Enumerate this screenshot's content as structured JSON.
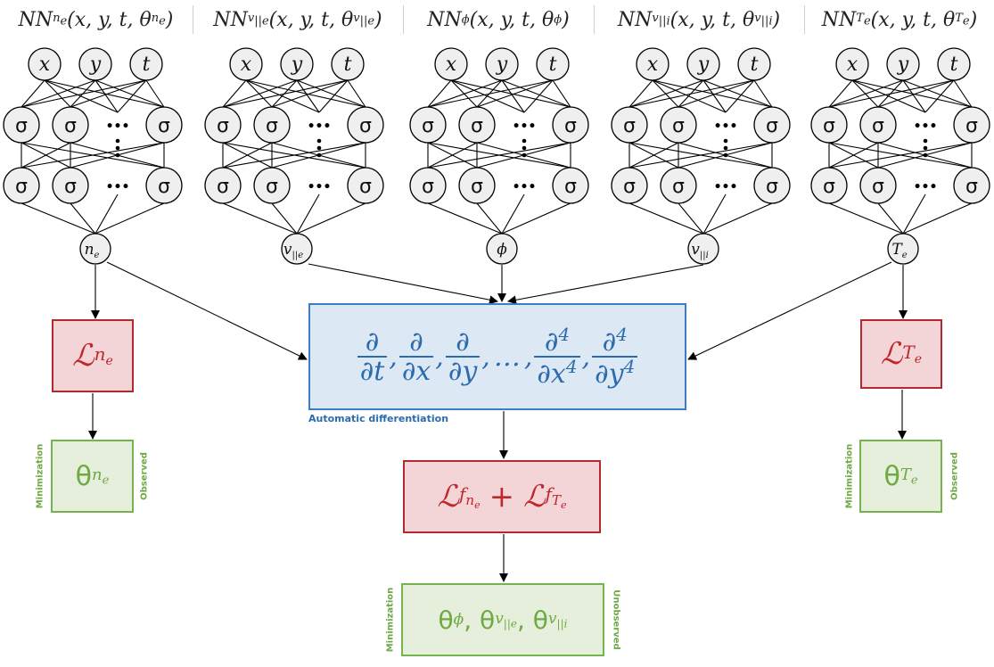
{
  "networks": [
    {
      "id": "ne",
      "head": "NN",
      "head_sub": "n",
      "head_subsub": "e",
      "args": "(x, y, t, θ",
      "arg_sub": "n",
      "arg_subsub": "e",
      "close": ")",
      "output": "n",
      "output_sub": "e"
    },
    {
      "id": "vpe",
      "head": "NN",
      "head_sub": "v",
      "head_subsub": "||e",
      "args": "(x, y, t, θ",
      "arg_sub": "v",
      "arg_subsub": "||e",
      "close": ")",
      "output": "v",
      "output_sub": "||e"
    },
    {
      "id": "phi",
      "head": "NN",
      "head_sub": "ϕ",
      "head_subsub": "",
      "args": "(x, y, t, θ",
      "arg_sub": "ϕ",
      "arg_subsub": "",
      "close": ")",
      "output": "ϕ",
      "output_sub": ""
    },
    {
      "id": "vpi",
      "head": "NN",
      "head_sub": "v",
      "head_subsub": "||i",
      "args": "(x, y, t, θ",
      "arg_sub": "v",
      "arg_subsub": "||i",
      "close": ")",
      "output": "v",
      "output_sub": "||i"
    },
    {
      "id": "te",
      "head": "NN",
      "head_sub": "T",
      "head_subsub": "e",
      "args": "(x, y, t, θ",
      "arg_sub": "T",
      "arg_subsub": "e",
      "close": ")",
      "output": "T",
      "output_sub": "e"
    }
  ],
  "inputs": [
    "x",
    "y",
    "t"
  ],
  "neuron_symbol": "σ",
  "ellipsis": "•••",
  "loss_ne": {
    "symbol": "ℒ",
    "sub": "n",
    "subsub": "e"
  },
  "loss_te": {
    "symbol": "ℒ",
    "sub": "T",
    "subsub": "e"
  },
  "theta_ne": {
    "symbol": "θ",
    "sub": "n",
    "subsub": "e"
  },
  "theta_te": {
    "symbol": "θ",
    "sub": "T",
    "subsub": "e"
  },
  "autodiff": {
    "numerators": [
      "∂",
      "∂",
      "∂",
      "∂",
      "∂"
    ],
    "denominators": [
      "∂t",
      "∂x",
      "∂y",
      "∂x",
      "∂y"
    ],
    "powers": [
      "",
      "",
      "",
      "4",
      "4"
    ],
    "ellipsis": "…",
    "caption": "Automatic differentiation"
  },
  "loss_f": {
    "part1": "ℒ",
    "sub1": "f",
    "subsub1": "n",
    "subsubsub1": "e",
    "plus": "+",
    "part2": "ℒ",
    "sub2": "f",
    "subsub2": "T",
    "subsubsub2": "e"
  },
  "theta_unobs": {
    "text": "θ",
    "s1": "ϕ",
    "mid": ", θ",
    "s2": "v",
    "s2b": "||e",
    "mid2": ", θ",
    "s3": "v",
    "s3b": "||i"
  },
  "labels": {
    "minimization": "Minimization",
    "observed": "Observed",
    "unobserved": "Unobserved"
  }
}
